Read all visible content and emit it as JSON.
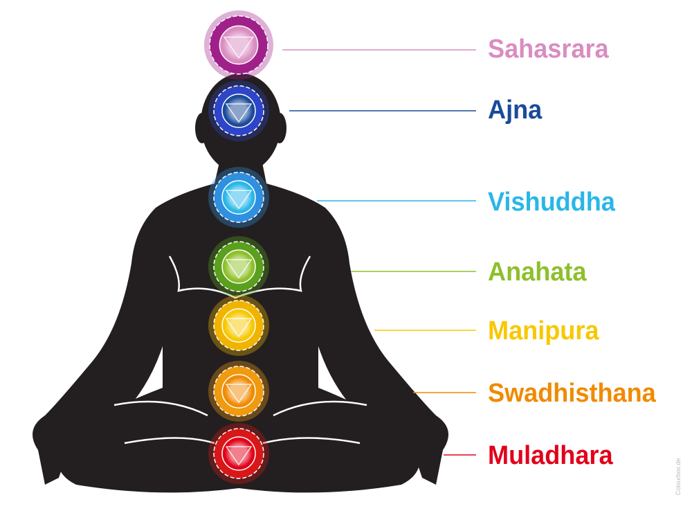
{
  "chakras": [
    {
      "name": "Sahasrara",
      "color": "#d98dc0",
      "core": "#a0208a"
    },
    {
      "name": "Ajna",
      "color": "#1a4a9a",
      "core": "#2d45c8"
    },
    {
      "name": "Vishuddha",
      "color": "#29b6e8",
      "core": "#2f8fe0"
    },
    {
      "name": "Anahata",
      "color": "#8dc02a",
      "core": "#5aa01e"
    },
    {
      "name": "Manipura",
      "color": "#f7c800",
      "core": "#f0b400"
    },
    {
      "name": "Swadhisthana",
      "color": "#f08a00",
      "core": "#f09a10"
    },
    {
      "name": "Muladhara",
      "color": "#e2001a",
      "core": "#d81818"
    }
  ],
  "watermark": "Colourbox.de"
}
